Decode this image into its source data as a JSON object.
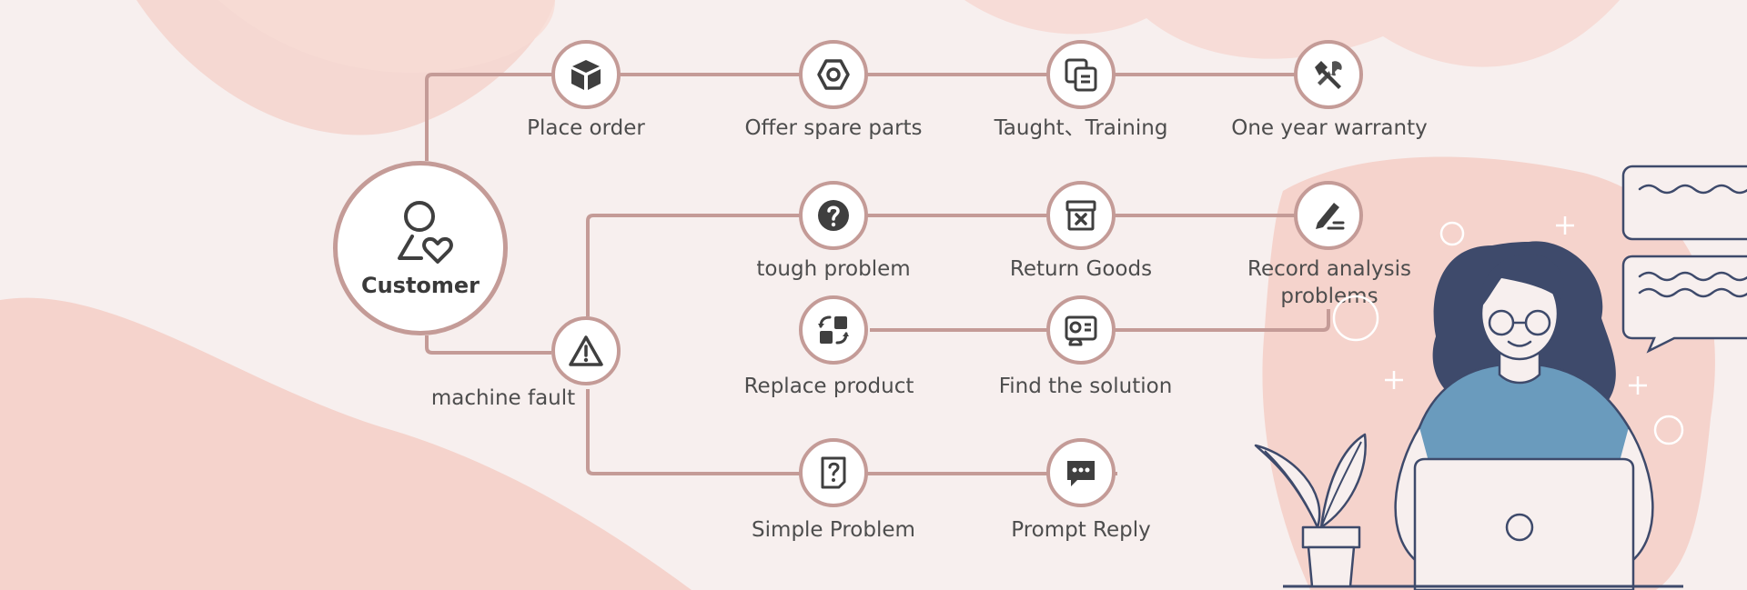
{
  "colors": {
    "background": "#f7efee",
    "blob": "#f5d3cc",
    "connector": "#c49b97",
    "icon": "#3f3f3f",
    "text": "#4d4d4d",
    "illustration_blue": "#6a9bbd",
    "illustration_navy": "#3e4a6b"
  },
  "hub": {
    "label": "Customer",
    "icon": "person-heart-icon"
  },
  "nodes": [
    {
      "id": "place-order",
      "label": "Place order",
      "icon": "box-icon"
    },
    {
      "id": "offer-spare-parts",
      "label": "Offer spare parts",
      "icon": "hex-nut-icon"
    },
    {
      "id": "taught-training",
      "label": "Taught、Training",
      "icon": "documents-icon"
    },
    {
      "id": "one-year-warranty",
      "label": "One year warranty",
      "icon": "tools-icon"
    },
    {
      "id": "machine-fault",
      "label": "machine fault",
      "icon": "warning-icon"
    },
    {
      "id": "tough-problem",
      "label": "tough problem",
      "icon": "question-icon"
    },
    {
      "id": "return-goods",
      "label": "Return Goods",
      "icon": "return-box-icon"
    },
    {
      "id": "record-analysis-problems",
      "label": "Record analysis problems",
      "icon": "pen-icon"
    },
    {
      "id": "replace-product",
      "label": "Replace product",
      "icon": "swap-icon"
    },
    {
      "id": "find-the-solution",
      "label": "Find the solution",
      "icon": "solution-icon"
    },
    {
      "id": "simple-problem",
      "label": "Simple Problem",
      "icon": "question-doc-icon"
    },
    {
      "id": "prompt-reply",
      "label": "Prompt Reply",
      "icon": "chat-icon"
    }
  ],
  "illustration": {
    "subject": "woman-with-laptop-illustration",
    "plant": "potted-plant-illustration"
  }
}
